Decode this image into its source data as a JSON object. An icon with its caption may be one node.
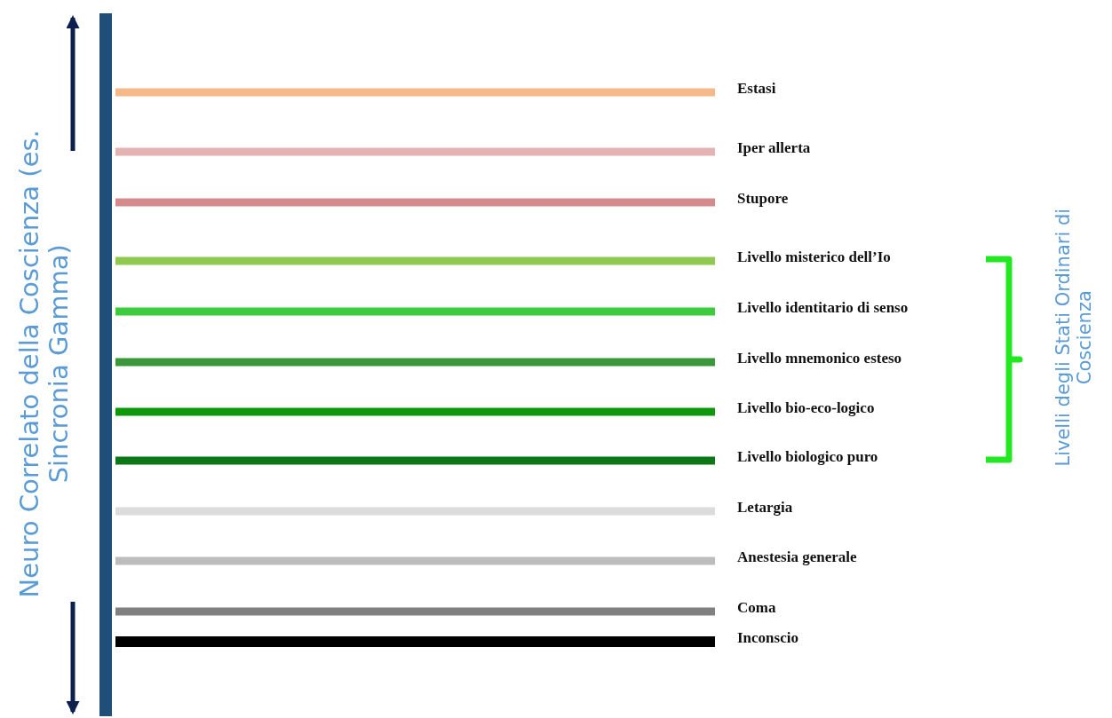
{
  "diagram": {
    "nodes": [
      {
        "text": [],
        "shape": "bar"
      }
    ],
    "labels": [
      "Neuro Correlato della Coscienza (es. Sincronia Gamma)",
      "Livelli degli Stati Ordinari di Coscienza"
    ],
    "legend": [
      {
        "text": "Estasi",
        "color": "#f5b98a"
      },
      {
        "text": "Iper allerta",
        "color": "#e3b3b3"
      },
      {
        "text": "Stupore",
        "color": "#d58b8b"
      },
      {
        "text": "Livello misterico dell’Io",
        "color": "#8fc94e"
      },
      {
        "text": "Livello identitario di senso",
        "color": "#3ccb3c"
      },
      {
        "text": "Livello mnemonico esteso",
        "color": "#3a983a"
      },
      {
        "text": "Livello bio-eco-logico",
        "color": "#0c990c"
      },
      {
        "text": "Livello biologico puro",
        "color": "#0b7716"
      },
      {
        "text": "Letargia",
        "color": "#dcdcdc"
      },
      {
        "text": "Anestesia generale",
        "color": "#bdbdbd"
      },
      {
        "text": "Coma",
        "color": "#808080"
      },
      {
        "text": "Inconscio",
        "color": "#000000"
      }
    ]
  }
}
